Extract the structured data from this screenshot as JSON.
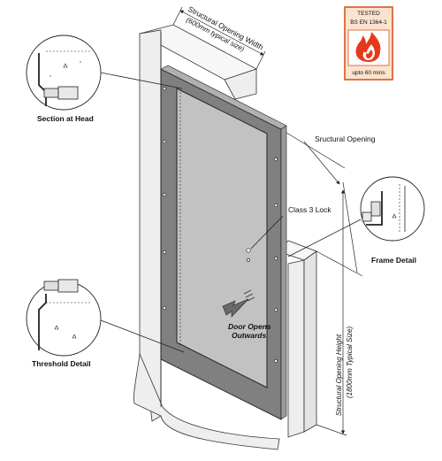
{
  "labels": {
    "structural_opening_width": "Structural Opening Width",
    "width_typical": "(600mm typical size)",
    "structural_opening": "Sructural Opening",
    "class3_lock": "Class 3 Lock",
    "door_opens_line1": "Door Opens",
    "door_opens_line2": "Outwards",
    "section_at_head": "Section at Head",
    "frame_detail": "Frame Detail",
    "threshold_detail": "Threshold Detail",
    "structural_opening_height": "Structural Opening Height",
    "height_typical": "(1800mm Typical Size)"
  },
  "badge": {
    "line1": "TESTED",
    "line2": "BS EN 1364-1",
    "line3": "upto 60 mins",
    "icon": "flame-icon",
    "color_border": "#d9541e",
    "color_fill": "#fbe3cf",
    "color_flame": "#e8381b"
  },
  "colors": {
    "frame": "#808080",
    "door": "#c2c2c2",
    "wall_front": "#eeeeee",
    "wall_top": "#f7f7f7",
    "arrow": "#6a6a6a"
  }
}
